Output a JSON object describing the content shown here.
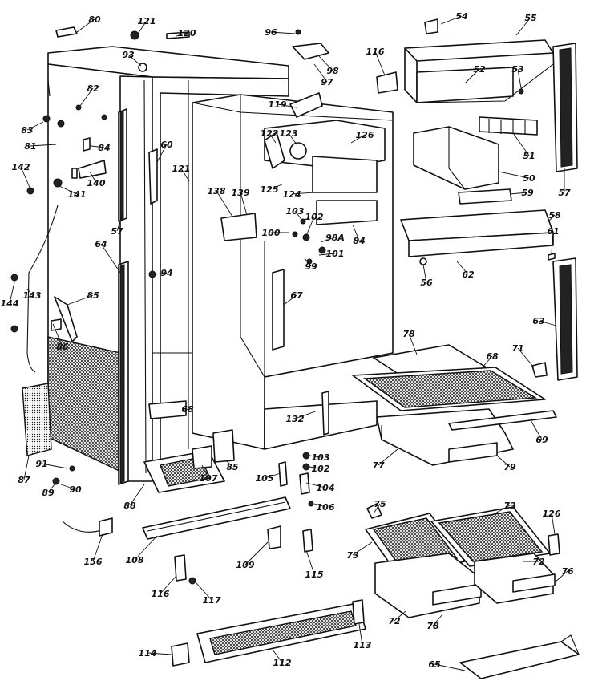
{
  "diagram": {
    "parts": [
      {
        "id": "p80a",
        "label": "80"
      },
      {
        "id": "p121a",
        "label": "121"
      },
      {
        "id": "p120",
        "label": "120"
      },
      {
        "id": "p96",
        "label": "96"
      },
      {
        "id": "p54",
        "label": "54"
      },
      {
        "id": "p55",
        "label": "55"
      },
      {
        "id": "p93",
        "label": "93"
      },
      {
        "id": "p116a",
        "label": "116"
      },
      {
        "id": "p98",
        "label": "98"
      },
      {
        "id": "p97",
        "label": "97"
      },
      {
        "id": "p52",
        "label": "52"
      },
      {
        "id": "p53",
        "label": "53"
      },
      {
        "id": "p82",
        "label": "82"
      },
      {
        "id": "p119",
        "label": "119"
      },
      {
        "id": "p83",
        "label": "83"
      },
      {
        "id": "p122",
        "label": "122"
      },
      {
        "id": "p123",
        "label": "123"
      },
      {
        "id": "p126a",
        "label": "126"
      },
      {
        "id": "p60",
        "label": "60"
      },
      {
        "id": "p81",
        "label": "81"
      },
      {
        "id": "p84a",
        "label": "84"
      },
      {
        "id": "p51",
        "label": "51"
      },
      {
        "id": "p57a",
        "label": "57"
      },
      {
        "id": "p142",
        "label": "142"
      },
      {
        "id": "p140",
        "label": "140"
      },
      {
        "id": "p121b",
        "label": "121"
      },
      {
        "id": "p125",
        "label": "125"
      },
      {
        "id": "p50",
        "label": "50"
      },
      {
        "id": "p124",
        "label": "124"
      },
      {
        "id": "p59a",
        "label": "59"
      },
      {
        "id": "p141",
        "label": "141"
      },
      {
        "id": "p138",
        "label": "138"
      },
      {
        "id": "p139",
        "label": "139"
      },
      {
        "id": "p103a",
        "label": "103"
      },
      {
        "id": "p57b",
        "label": "57"
      },
      {
        "id": "p102a",
        "label": "102"
      },
      {
        "id": "p58",
        "label": "58"
      },
      {
        "id": "p100",
        "label": "100"
      },
      {
        "id": "p98a",
        "label": "98A"
      },
      {
        "id": "p84b",
        "label": "84"
      },
      {
        "id": "p61",
        "label": "61"
      },
      {
        "id": "p64",
        "label": "64"
      },
      {
        "id": "p101",
        "label": "101"
      },
      {
        "id": "p99",
        "label": "99"
      },
      {
        "id": "p62",
        "label": "62"
      },
      {
        "id": "p56",
        "label": "56"
      },
      {
        "id": "p94",
        "label": "94"
      },
      {
        "id": "p144",
        "label": "144"
      },
      {
        "id": "p143",
        "label": "143"
      },
      {
        "id": "p85a",
        "label": "85"
      },
      {
        "id": "p67",
        "label": "67"
      },
      {
        "id": "p63",
        "label": "63"
      },
      {
        "id": "p86",
        "label": "86"
      },
      {
        "id": "p78",
        "label": "78"
      },
      {
        "id": "p71",
        "label": "71"
      },
      {
        "id": "p68a",
        "label": "68"
      },
      {
        "id": "p132",
        "label": "132"
      },
      {
        "id": "p68b",
        "label": "68"
      },
      {
        "id": "p69a",
        "label": "69"
      },
      {
        "id": "p107",
        "label": "107"
      },
      {
        "id": "p85b",
        "label": "85"
      },
      {
        "id": "p77",
        "label": "77"
      },
      {
        "id": "p79",
        "label": "79"
      },
      {
        "id": "p87",
        "label": "87"
      },
      {
        "id": "p91",
        "label": "91"
      },
      {
        "id": "p103b",
        "label": "103"
      },
      {
        "id": "p102b",
        "label": "102"
      },
      {
        "id": "p105",
        "label": "105"
      },
      {
        "id": "p90",
        "label": "90"
      },
      {
        "id": "p89",
        "label": "89"
      },
      {
        "id": "p88",
        "label": "88"
      },
      {
        "id": "p104",
        "label": "104"
      },
      {
        "id": "p106",
        "label": "106"
      },
      {
        "id": "p75",
        "label": "75"
      },
      {
        "id": "p73a",
        "label": "73"
      },
      {
        "id": "p126b",
        "label": "126"
      },
      {
        "id": "p156",
        "label": "156"
      },
      {
        "id": "p73b",
        "label": "73"
      },
      {
        "id": "p108",
        "label": "108"
      },
      {
        "id": "p109",
        "label": "109"
      },
      {
        "id": "p115",
        "label": "115"
      },
      {
        "id": "p72a",
        "label": "72"
      },
      {
        "id": "p116b",
        "label": "116"
      },
      {
        "id": "p76",
        "label": "76"
      },
      {
        "id": "p117",
        "label": "117"
      },
      {
        "id": "p72b",
        "label": "72"
      },
      {
        "id": "p78b",
        "label": "78"
      },
      {
        "id": "p113",
        "label": "113"
      },
      {
        "id": "p114",
        "label": "114"
      },
      {
        "id": "p112",
        "label": "112"
      },
      {
        "id": "p65",
        "label": "65"
      }
    ]
  }
}
